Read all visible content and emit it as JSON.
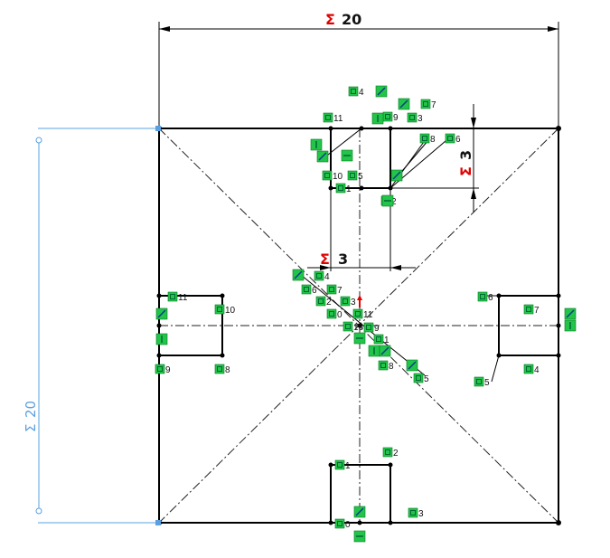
{
  "dimensions": {
    "width_symbol": "Σ",
    "width_value": "20",
    "height_symbol": "Σ",
    "height_value": "20",
    "rect_height_symbol": "Σ",
    "rect_height_value": "3",
    "rect_width_symbol": "Σ",
    "rect_width_value": "3"
  },
  "colors": {
    "sketch_line": "#000000",
    "dimension": "#000000",
    "driven_dimension": "#5aa0e0",
    "relation_badge": "#22c54a",
    "dimension_symbol": "#e00000"
  },
  "relation_labels": [
    "4",
    "11",
    "9",
    "3",
    "7",
    "8",
    "6",
    "10",
    "5",
    "1",
    "2",
    "4",
    "6",
    "7",
    "2",
    "3",
    "0",
    "11",
    "9",
    "16",
    "1",
    "8",
    "5",
    "11",
    "10",
    "9",
    "8",
    "6",
    "7",
    "5",
    "4",
    "2",
    "1",
    "3",
    "0"
  ]
}
